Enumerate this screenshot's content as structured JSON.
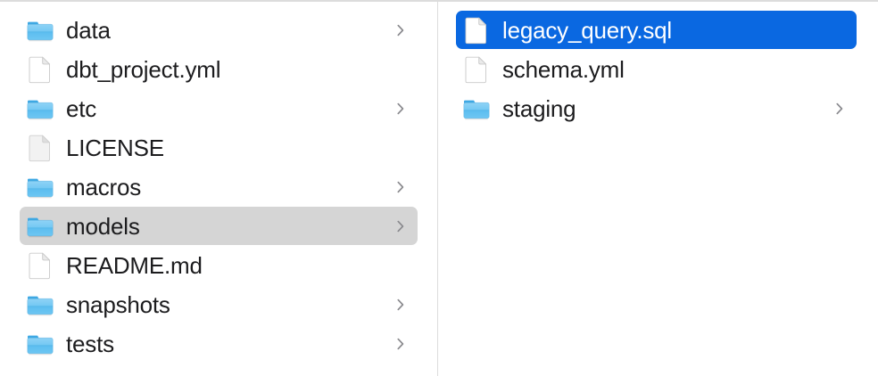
{
  "window": {
    "view": "column-view",
    "accent_color": "#0a68e1",
    "highlight_inactive_color": "#d5d5d5",
    "text_color": "#1c1c1e",
    "divider_color": "#dcdcdc"
  },
  "columns": [
    {
      "name": "project-root-column",
      "items": [
        {
          "label": "data",
          "kind": "folder",
          "has_chevron": true,
          "state": "normal"
        },
        {
          "label": "dbt_project.yml",
          "kind": "document",
          "has_chevron": false,
          "state": "normal"
        },
        {
          "label": "etc",
          "kind": "folder",
          "has_chevron": true,
          "state": "normal"
        },
        {
          "label": "LICENSE",
          "kind": "document-plain",
          "has_chevron": false,
          "state": "normal"
        },
        {
          "label": "macros",
          "kind": "folder",
          "has_chevron": true,
          "state": "normal"
        },
        {
          "label": "models",
          "kind": "folder",
          "has_chevron": true,
          "state": "selected-inactive"
        },
        {
          "label": "README.md",
          "kind": "document",
          "has_chevron": false,
          "state": "normal"
        },
        {
          "label": "snapshots",
          "kind": "folder",
          "has_chevron": true,
          "state": "normal"
        },
        {
          "label": "tests",
          "kind": "folder",
          "has_chevron": true,
          "state": "normal"
        }
      ]
    },
    {
      "name": "models-folder-column",
      "items": [
        {
          "label": "legacy_query.sql",
          "kind": "document",
          "has_chevron": false,
          "state": "selected-active"
        },
        {
          "label": "schema.yml",
          "kind": "document",
          "has_chevron": false,
          "state": "normal"
        },
        {
          "label": "staging",
          "kind": "folder",
          "has_chevron": true,
          "state": "normal"
        }
      ]
    }
  ],
  "icons": {
    "folder": "folder-icon",
    "document": "document-icon",
    "document-plain": "document-icon",
    "chevron": "chevron-right-icon"
  }
}
